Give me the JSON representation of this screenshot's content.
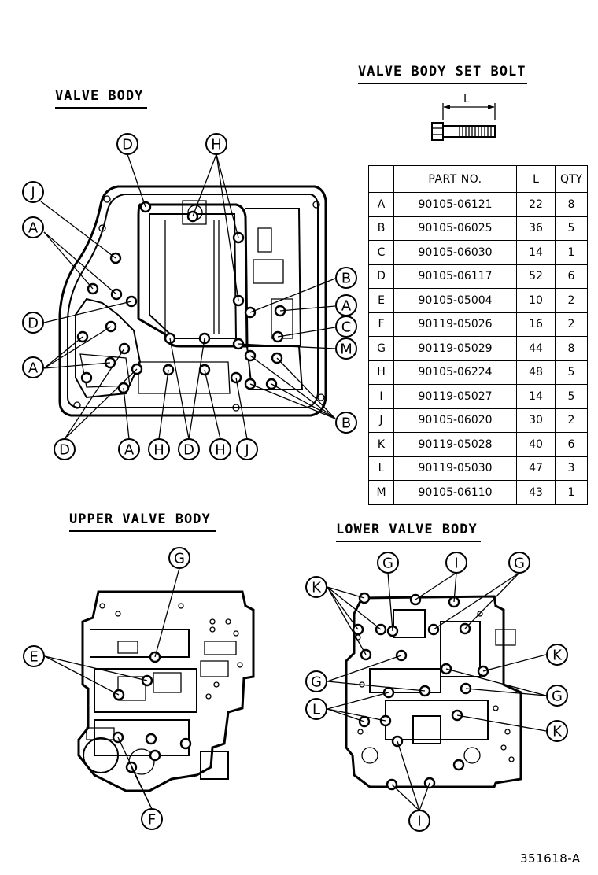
{
  "headings": {
    "valve_body": "VALVE BODY",
    "set_bolt": "VALVE BODY SET BOLT",
    "upper": "UPPER VALVE BODY",
    "lower": "LOWER VALVE BODY"
  },
  "dimension_label": "L",
  "table": {
    "headers": {
      "code": "",
      "part": "PART NO.",
      "length": "L",
      "qty": "QTY"
    },
    "rows": [
      {
        "code": "A",
        "part": "90105-06121",
        "length": "22",
        "qty": "8"
      },
      {
        "code": "B",
        "part": "90105-06025",
        "length": "36",
        "qty": "5"
      },
      {
        "code": "C",
        "part": "90105-06030",
        "length": "14",
        "qty": "1"
      },
      {
        "code": "D",
        "part": "90105-06117",
        "length": "52",
        "qty": "6"
      },
      {
        "code": "E",
        "part": "90105-05004",
        "length": "10",
        "qty": "2"
      },
      {
        "code": "F",
        "part": "90119-05026",
        "length": "16",
        "qty": "2"
      },
      {
        "code": "G",
        "part": "90119-05029",
        "length": "44",
        "qty": "8"
      },
      {
        "code": "H",
        "part": "90105-06224",
        "length": "48",
        "qty": "5"
      },
      {
        "code": "I",
        "part": "90119-05027",
        "length": "14",
        "qty": "5"
      },
      {
        "code": "J",
        "part": "90105-06020",
        "length": "30",
        "qty": "2"
      },
      {
        "code": "K",
        "part": "90119-05028",
        "length": "40",
        "qty": "6"
      },
      {
        "code": "L",
        "part": "90119-05030",
        "length": "47",
        "qty": "3"
      },
      {
        "code": "M",
        "part": "90105-06110",
        "length": "43",
        "qty": "1"
      }
    ]
  },
  "callouts": {
    "d1": "D",
    "h1": "H",
    "j1": "J",
    "a1": "A",
    "d2": "D",
    "a2": "A",
    "b1": "B",
    "a3": "A",
    "c1": "C",
    "m1": "M",
    "b2": "B",
    "d3": "D",
    "a4": "A",
    "h2": "H",
    "d4": "D",
    "h3": "H",
    "j2": "J",
    "g1": "G",
    "e1": "E",
    "f1": "F",
    "k1": "K",
    "g2": "G",
    "i1": "I",
    "g3": "G",
    "k2": "K",
    "g4": "G",
    "g5": "G",
    "l1": "L",
    "k3": "K",
    "i2": "I"
  },
  "reference_number": "351618-A"
}
